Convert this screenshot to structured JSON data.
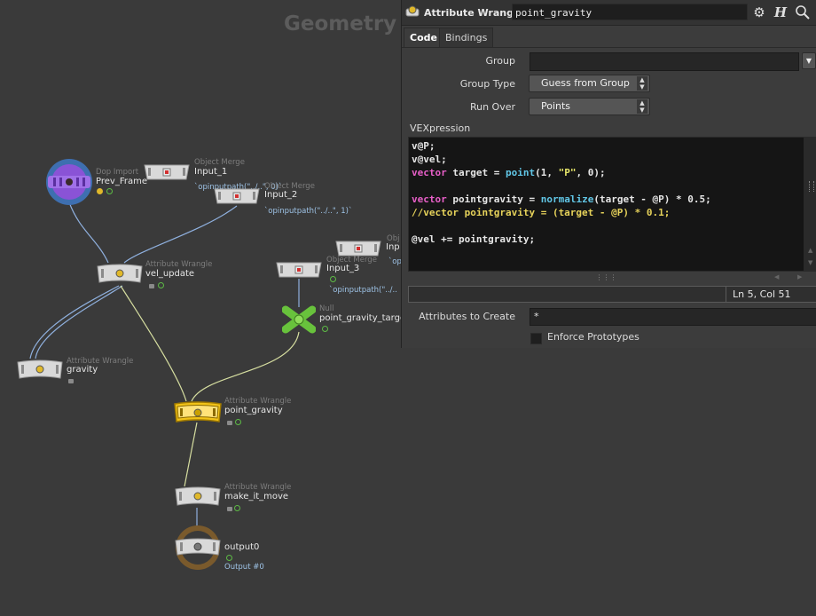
{
  "network": {
    "context_title": "Geometry",
    "nodes": {
      "prev_frame": {
        "type": "Dop Import",
        "name": "Prev_Frame"
      },
      "input_1": {
        "type": "Object Merge",
        "name": "Input_1",
        "param": "`opinputpath(\"../..\", 0)`"
      },
      "input_2": {
        "type": "Object Merge",
        "name": "Input_2",
        "param": "`opinputpath(\"../..\", 1)`"
      },
      "input_obj": {
        "type": "Obj",
        "name": "Inp",
        "param": "`op"
      },
      "input_3": {
        "type": "Object Merge",
        "name": "Input_3",
        "param": "`opinputpath(\"../.."
      },
      "vel_update": {
        "type": "Attribute Wrangle",
        "name": "vel_update"
      },
      "null_node": {
        "type": "Null",
        "name": "point_gravity_targe"
      },
      "gravity": {
        "type": "Attribute Wrangle",
        "name": "gravity"
      },
      "point_gravity": {
        "type": "Attribute Wrangle",
        "name": "point_gravity"
      },
      "make_it_move": {
        "type": "Attribute Wrangle",
        "name": "make_it_move"
      },
      "output0": {
        "name": "output0",
        "param": "Output #0"
      }
    },
    "colors": {
      "background": "#3a3a3a",
      "wire": "#8fb0de",
      "wire_selected": "#d6dea0",
      "selected_node": "#f2c318",
      "dop_import": "#8a53d6",
      "null_node": "#68c23c",
      "output_ring": "#7a5a2c",
      "flag_green": "#5dbb45"
    }
  },
  "panel": {
    "node_type": "Attribute Wrangle",
    "node_name": "point_gravity",
    "icons": [
      "wrangle-icon",
      "gear-icon",
      "help-icon",
      "search-icon"
    ],
    "help_glyph": "H",
    "tabs": [
      {
        "label": "Code",
        "active": true
      },
      {
        "label": "Bindings",
        "active": false
      }
    ],
    "group": {
      "label": "Group",
      "value": ""
    },
    "group_type": {
      "label": "Group Type",
      "value": "Guess from Group"
    },
    "run_over": {
      "label": "Run Over",
      "value": "Points"
    },
    "vexpression_label": "VEXpression",
    "code_lines": [
      "v@P;",
      "v@vel;",
      "vector target = point(1, \"P\", 0);",
      "",
      "vector pointgravity = normalize(target - @P) * 0.5;",
      "//vector pointgravity = (target - @P) * 0.1;",
      "",
      "@vel += pointgravity;"
    ],
    "cursor_status": "Ln 5, Col 51",
    "attributes_to_create": {
      "label": "Attributes to Create",
      "value": "*"
    },
    "enforce_prototypes": {
      "label": "Enforce Prototypes",
      "checked": false
    },
    "colors": {
      "keyword": "#e85fc8",
      "function": "#61c6e6",
      "string": "#e8e86a",
      "comment": "#e6d25a"
    }
  }
}
